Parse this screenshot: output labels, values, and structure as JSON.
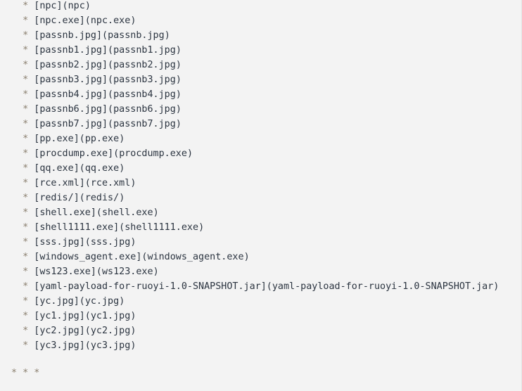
{
  "bullet": "*",
  "items": [
    {
      "text": "npc",
      "link": "npc"
    },
    {
      "text": "npc.exe",
      "link": "npc.exe"
    },
    {
      "text": "passnb.jpg",
      "link": "passnb.jpg"
    },
    {
      "text": "passnb1.jpg",
      "link": "passnb1.jpg"
    },
    {
      "text": "passnb2.jpg",
      "link": "passnb2.jpg"
    },
    {
      "text": "passnb3.jpg",
      "link": "passnb3.jpg"
    },
    {
      "text": "passnb4.jpg",
      "link": "passnb4.jpg"
    },
    {
      "text": "passnb6.jpg",
      "link": "passnb6.jpg"
    },
    {
      "text": "passnb7.jpg",
      "link": "passnb7.jpg"
    },
    {
      "text": "pp.exe",
      "link": "pp.exe"
    },
    {
      "text": "procdump.exe",
      "link": "procdump.exe"
    },
    {
      "text": "qq.exe",
      "link": "qq.exe"
    },
    {
      "text": "rce.xml",
      "link": "rce.xml"
    },
    {
      "text": "redis/",
      "link": "redis/"
    },
    {
      "text": "shell.exe",
      "link": "shell.exe"
    },
    {
      "text": "shell1111.exe",
      "link": "shell1111.exe"
    },
    {
      "text": "sss.jpg",
      "link": "sss.jpg"
    },
    {
      "text": "windows_agent.exe",
      "link": "windows_agent.exe"
    },
    {
      "text": "ws123.exe",
      "link": "ws123.exe"
    },
    {
      "text": "yaml-payload-for-ruoyi-1.0-SNAPSHOT.jar",
      "link": "yaml-payload-for-ruoyi-1.0-SNAPSHOT.jar"
    },
    {
      "text": "yc.jpg",
      "link": "yc.jpg"
    },
    {
      "text": "yc1.jpg",
      "link": "yc1.jpg"
    },
    {
      "text": "yc2.jpg",
      "link": "yc2.jpg"
    },
    {
      "text": "yc3.jpg",
      "link": "yc3.jpg"
    }
  ],
  "horizontal_rule": "* * *"
}
